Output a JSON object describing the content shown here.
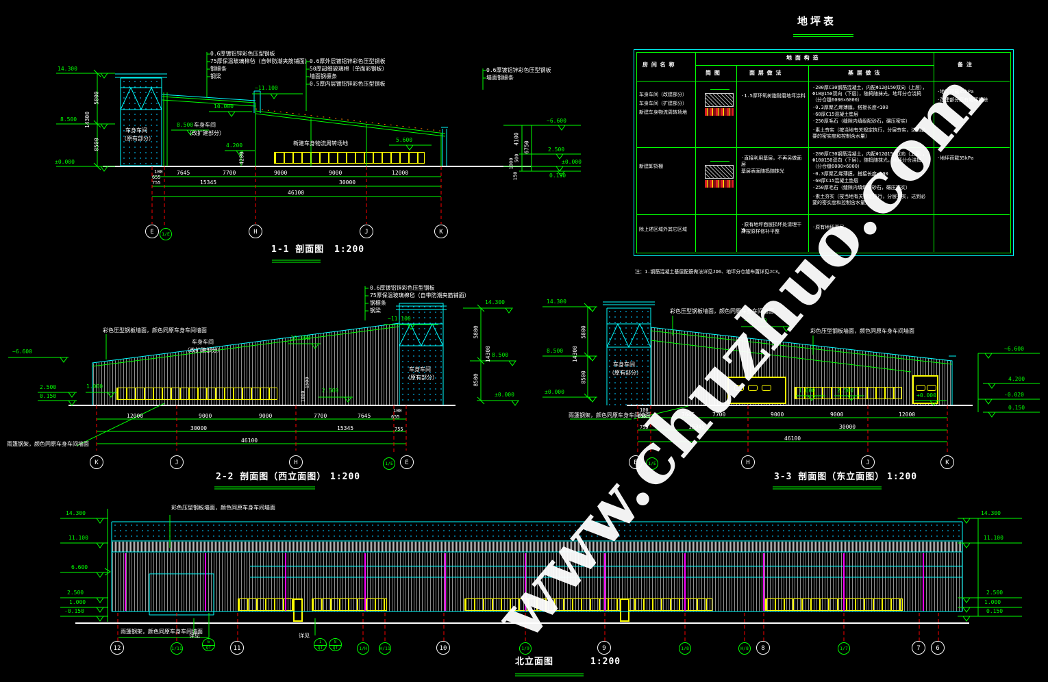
{
  "watermark": {
    "text": "www.chuzhuo.com"
  },
  "palette": {
    "green": "#00ff00",
    "cyan": "#00ffff",
    "yellow": "#ffff00",
    "red": "#ff0000",
    "magenta": "#ff00ff",
    "white": "#ffffff",
    "hatch_gray": "#8f8f8f"
  },
  "table": {
    "title": "地坪表",
    "col_room": "房 间 名 称",
    "col_construction": "地 面 构 造",
    "col_sketch": "简 图",
    "col_surface": "面 层 做 法",
    "col_base": "基 层 做 法",
    "col_remark": "备    注",
    "rows": [
      {
        "room": [
          "车身车间（改建部分）",
          "车身车间（扩建部分）",
          "新建车身物流周转场地"
        ],
        "surface": [
          "·1.5厚环氧树脂耐磨地坪涂料"
        ],
        "base": [
          "·200厚C30钢筋混凝土，内配Φ12@150双向（上层），Φ10@150双向（下层），随捣随抹光，地坪分仓浇捣（分仓缝6000×6000）",
          "·0.3厚聚乙烯薄膜，搭接长度<100",
          "·60厚C15混凝土垫层",
          "·250厚毛石（缝隙内填级配砂石，碾压密实）",
          "·素土夯实（按当地有关规定执行，分层夯实，达到必要的密实度和控制含水量）"
        ],
        "remark": [
          "·地坪荷载35kPa",
          "·改建部分原有地坪拆除"
        ]
      },
      {
        "room": [
          "新建卸货棚"
        ],
        "surface": [
          "·直接利用基层，不再另做面层",
          "  基层表面随捣随抹光"
        ],
        "base": [
          "·200厚C30钢筋混凝土，内配Φ12@150双向（上层），Φ10@150双向（下层），随捣随抹光，地坪分仓浇捣（分仓缝6000×6000）",
          "·0.3厚聚乙烯薄膜，搭接长度<100",
          "·60厚C15混凝土垫层",
          "·250厚毛石（缝隙内填级配砂石，碾压密实）",
          "·素土夯实（按当地有关规定执行，分层夯实，达到必要的密实度和控制含水量）"
        ],
        "remark": [
          "·地坪荷载35kPa"
        ]
      },
      {
        "room": [
          "除上述区域外其它区域"
        ],
        "surface": [
          "·原有地坪面层损坏处清理干净，",
          "  并按原样修补平整"
        ],
        "base": [
          "·原有地坪基层"
        ],
        "remark": []
      }
    ],
    "note": "注：1.钢筋混凝土基层配筋做法详见JD6、地坪分仓缝布置详见JC3。"
  },
  "s11": {
    "title": "1-1 剖面图",
    "scale": "1:200",
    "ann_a": [
      "0.6厚镀铝锌彩色压型钢板",
      "75厚保温玻璃棉毡（自带防潮夹筋铺面）",
      "钢檩条",
      "钢梁"
    ],
    "ann_b": [
      "0.6厚外层镀铝锌彩色压型钢板",
      "50厚超细玻璃棉（单面彩钢板）",
      "墙面钢檩条",
      "0.5厚内层镀铝锌彩色压型钢板"
    ],
    "ann_c": [
      "0.6厚镀铝锌彩色压型钢板",
      "墙面钢檩条"
    ],
    "room1": [
      "车身车间",
      "（原有部分）"
    ],
    "room2": [
      "车身车间",
      "（改扩建部分）"
    ],
    "room3": "新建车身物流周转场地",
    "lv": {
      "l143": "14.300",
      "l85": "8.500",
      "l0": "±0.000",
      "m111": "~11.100",
      "m100": "10.000",
      "m85": "8.500",
      "m42": "4.200",
      "m56": "5.600",
      "r66": "~6.600",
      "r25": "2.500",
      "r00": "±0.000",
      "r015": "0.150"
    },
    "vd": {
      "v58": "5800",
      "v85": "8500",
      "v143": "14300",
      "v42": "4200",
      "v41": "4100",
      "v67": "6750",
      "v10": "1000",
      "v05": "500",
      "v015": "150"
    },
    "dims1": [
      "100",
      "655",
      "7645",
      "7700",
      "9000",
      "9000",
      "12000"
    ],
    "dims2": [
      "755",
      "15345",
      "30000"
    ],
    "dims3": [
      "46100"
    ],
    "grids": [
      "E",
      "1/E",
      "H",
      "J",
      "K"
    ]
  },
  "s22": {
    "title": "2-2 剖面图（西立面图）",
    "scale": "1:200",
    "ann_roof": [
      "0.6厚镀铝锌彩色压型钢板",
      "75厚保温玻璃棉毡（自带防潮夹筋铺面）",
      "钢檩条",
      "钢梁"
    ],
    "ann_wall": "彩色压型钢板墙面，颜色同原车身车间墙面",
    "ann_canopy": "雨篷钢架，颜色同原车身车间墙面",
    "room1": [
      "车身车间",
      "（改扩建部分）"
    ],
    "room2": [
      "车身车间",
      "（原有部分）"
    ],
    "lv": {
      "l66": "~6.600",
      "l25": "2.500",
      "l015": "0.150",
      "l10": "1.000",
      "m111": "~11.100",
      "m100": "10.000",
      "m25": "2.500",
      "r143": "14.300",
      "r85": "8.500",
      "r00": "±0.000"
    },
    "vd": {
      "v58": "5800",
      "v85": "8500",
      "v143": "14300",
      "v15": "1500",
      "v10": "1000"
    },
    "dims1": [
      "12000",
      "9000",
      "9000",
      "7700",
      "7645",
      "100",
      "655"
    ],
    "dims2": [
      "30000",
      "15345",
      "755"
    ],
    "dims3": [
      "46100"
    ],
    "grids": [
      "K",
      "J",
      "H",
      "1/E",
      "E"
    ]
  },
  "s33": {
    "title": "3-3 剖面图（东立面图）",
    "scale": "1:200",
    "ann_wall1": "彩色压型钢板墙面，颜色同原车身车间墙面",
    "ann_wall2": "彩色压型钢板墙面，颜色同原车身车间墙面",
    "ann_canopy": "雨篷钢架，颜色同原车身车间墙面",
    "room": [
      "车身车间",
      "（原有部分）"
    ],
    "lv": {
      "l143": "14.300",
      "l85": "8.500",
      "l0": "±0.000",
      "m111": "~11.100",
      "m10": "1.000",
      "m25": "2.500",
      "m00": "+0.000",
      "r66": "~6.600",
      "r42": "4.200",
      "r002": "-0.020",
      "r015": "0.150"
    },
    "vd": {
      "v58": "5800",
      "v85": "8500",
      "v143": "14300"
    },
    "dims1": [
      "100",
      "655",
      "7645",
      "7700",
      "9000",
      "9000",
      "12000"
    ],
    "dims2": [
      "755",
      "15345",
      "30000"
    ],
    "dims3": [
      "46100"
    ],
    "grids": [
      "E",
      "1/E",
      "H",
      "J",
      "K"
    ]
  },
  "north": {
    "title": "北立面图",
    "scale": "1:200",
    "ann_wall": "彩色压型钢板墙面，颜色同原车身车间墙面",
    "ann_canopy": "雨篷钢架，颜色同原车身车间墙面",
    "see1": "详见",
    "see2": "详见",
    "refs": [
      [
        "6",
        "QT"
      ],
      [
        "1",
        "QT"
      ],
      [
        "8",
        "QT"
      ]
    ],
    "lv_left": [
      "14.300",
      "11.100",
      "6.600",
      "2.500",
      "1.000",
      "-0.150"
    ],
    "lv_right": [
      "14.300",
      "11.100",
      "2.500",
      "1.000",
      "0.150"
    ],
    "grids": [
      "12",
      "1/11",
      "11",
      "1/H",
      "H/11",
      "10",
      "1/9",
      "9",
      "1/8",
      "H/8",
      "8",
      "1/7",
      "7",
      "6"
    ]
  }
}
